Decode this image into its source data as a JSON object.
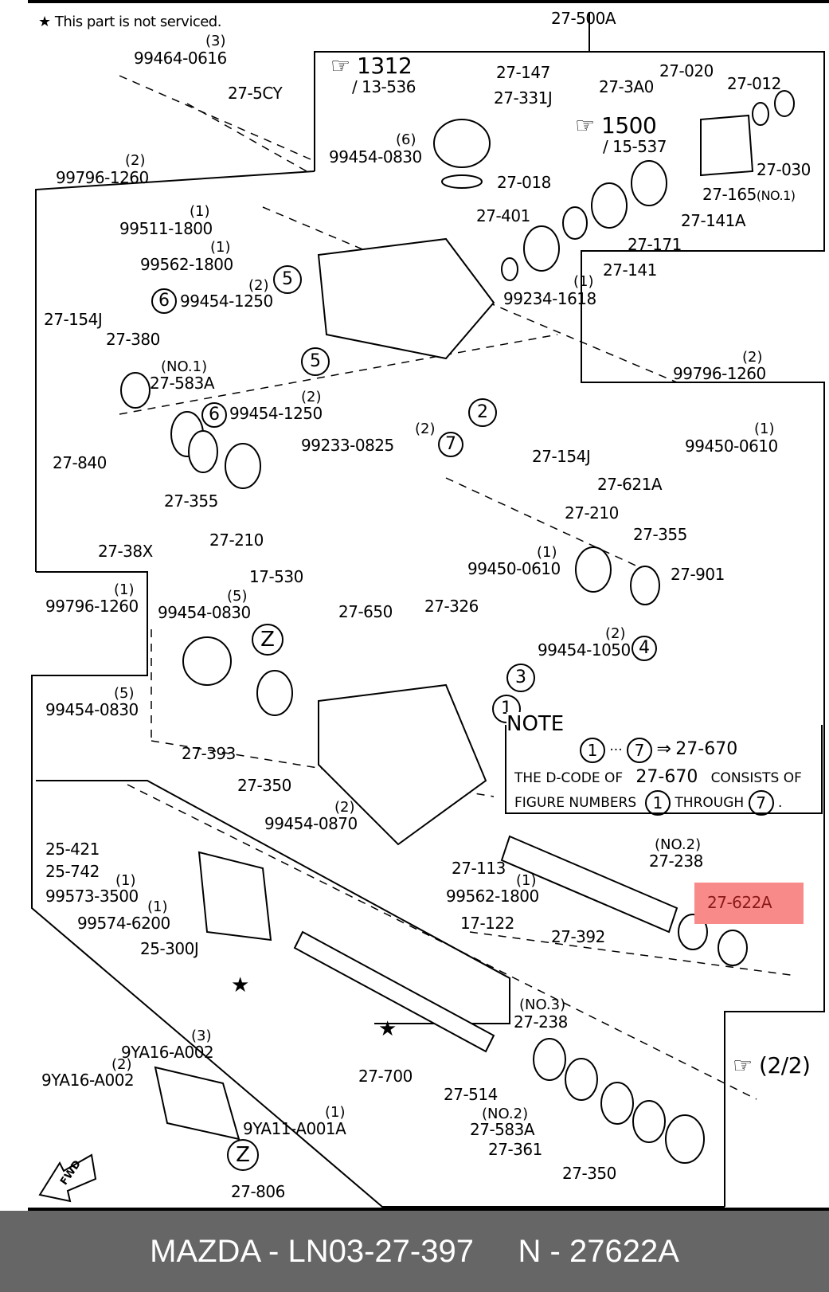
{
  "legend": {
    "star_symbol": "★",
    "text": "This part is not serviced."
  },
  "header_group": "27-500A",
  "references": [
    {
      "pointer_icon": "pointing-hand-icon",
      "page": "1312",
      "sub": "/ 13-536"
    },
    {
      "pointer_icon": "pointing-hand-icon",
      "page": "1500",
      "sub": "/ 15-537"
    },
    {
      "pointer_icon": "pointing-hand-icon",
      "page": "(2/2)"
    }
  ],
  "labels": {
    "p99464_0616": {
      "qty": "(3)",
      "part": "99464-0616"
    },
    "p27_5CY": "27-5CY",
    "p99796_1260_top": {
      "qty": "(2)",
      "part": "99796-1260"
    },
    "p27_147": "27-147",
    "p27_331J": "27-331J",
    "p27_3A0": "27-3A0",
    "p27_018": "27-018",
    "p99454_0830_top": {
      "qty": "(6)",
      "part": "99454-0830"
    },
    "p27_020": "27-020",
    "p27_012": "27-012",
    "p27_030": "27-030",
    "p27_165": "27-165",
    "p27_165_note": "(NO.1)",
    "p27_141A": "27-141A",
    "p27_171": "27-171",
    "p27_141": "27-141",
    "p27_401": "27-401",
    "p99234_1618": {
      "qty": "(1)",
      "part": "99234-1618"
    },
    "p99511_1800": {
      "qty": "(1)",
      "part": "99511-1800"
    },
    "p99562_1800_top": {
      "qty": "(1)",
      "part": "99562-1800"
    },
    "p99454_1250_a": {
      "qty": "(2)",
      "part": "99454-1250",
      "circle": "6"
    },
    "p99454_1250_b": {
      "qty": "(2)",
      "part": "99454-1250",
      "circle": "6"
    },
    "circle5_a": "5",
    "circle5_b": "5",
    "circle2": "2",
    "p99233_0825": {
      "qty": "(2)",
      "part": "99233-0825",
      "circle": "7"
    },
    "p27_154J_left": "27-154J",
    "p27_380": "27-380",
    "p27_583A_1": {
      "note": "(NO.1)",
      "part": "27-583A"
    },
    "p27_840": "27-840",
    "p27_355_left": "27-355",
    "p27_210_left": "27-210",
    "p27_38X": "27-38X",
    "p99796_1260_right": {
      "qty": "(2)",
      "part": "99796-1260"
    },
    "p99450_0610_right": {
      "qty": "(1)",
      "part": "99450-0610"
    },
    "p27_154J_right": "27-154J",
    "p27_621A": "27-621A",
    "p27_210_right": "27-210",
    "p27_355_right": "27-355",
    "p27_901": "27-901",
    "p99450_0610_mid": {
      "qty": "(1)",
      "part": "99450-0610"
    },
    "p17_530": "17-530",
    "p27_650": "27-650",
    "p27_326": "27-326",
    "p99454_1050": {
      "qty": "(2)",
      "part": "99454-1050",
      "circle": "4"
    },
    "circle3": "3",
    "circle1": "1",
    "p99796_1260_left": {
      "qty": "(1)",
      "part": "99796-1260"
    },
    "p99454_0830_mid": {
      "qty": "(5)",
      "part": "99454-0830"
    },
    "p99454_0830_left": {
      "qty": "(5)",
      "part": "99454-0830"
    },
    "circleZ_top": "Z",
    "p27_393": "27-393",
    "p27_350_mid": "27-350",
    "p99454_0870": {
      "qty": "(2)",
      "part": "99454-0870"
    },
    "p27_113": "27-113",
    "p99562_1800_bot": {
      "qty": "(1)",
      "part": "99562-1800"
    },
    "p17_122": "17-122",
    "p25_421": "25-421",
    "p25_742": "25-742",
    "p99573_3500": {
      "qty": "(1)",
      "part": "99573-3500"
    },
    "p99574_6200": {
      "qty": "(1)",
      "part": "99574-6200"
    },
    "p25_300J": "25-300J",
    "p27_392": "27-392",
    "p27_238_no2": {
      "note": "(NO.2)",
      "part": "27-238"
    },
    "p27_622A": "27-622A",
    "p27_700": "27-700",
    "p27_238_no3": {
      "note": "(NO.3)",
      "part": "27-238"
    },
    "p27_514": "27-514",
    "p27_583A_2": {
      "note": "(NO.2)",
      "part": "27-583A"
    },
    "p27_361": "27-361",
    "p27_350_bot": "27-350",
    "p9YA16_A002_a": {
      "qty": "(3)",
      "part": "9YA16-A002"
    },
    "p9YA16_A002_b": {
      "qty": "(2)",
      "part": "9YA16-A002"
    },
    "p9YA11_A001A": {
      "qty": "(1)",
      "part": "9YA11-A001A"
    },
    "circleZ_bot": "Z",
    "p27_806": "27-806",
    "fwd": "FWD"
  },
  "note": {
    "title": "NOTE",
    "range_from": "1",
    "ellipsis": "···",
    "range_to": "7",
    "arrow": "⇒",
    "target": "27-670",
    "line2_a": "THE D-CODE OF",
    "line2_b": "27-670",
    "line2_c": "CONSISTS OF",
    "line3_a": "FIGURE NUMBERS",
    "line3_from": "1",
    "line3_b": "THROUGH",
    "line3_to": "7",
    "line3_end": "."
  },
  "highlight_color": "#f98a8a",
  "footer": {
    "text": "MAZDA - LN03-27-397     N - 27622A",
    "background": "#666666"
  }
}
